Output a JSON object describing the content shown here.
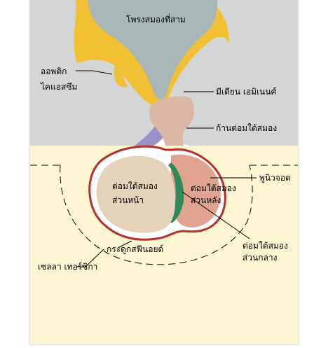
{
  "labels": {
    "third_ventricle": "โพรงสมองที่สาม",
    "infundibular_recess_line1": "ออพติก",
    "infundibular_recess_line2": "ไคแอสซึม",
    "median_eminence": "มีเดียน เอมิเนนศ์",
    "pituitary_stalk": "ก้านต่อมใต้สมอง",
    "anterior_lobe_line1": "ต่อมใต้สมอง",
    "anterior_lobe_line2": "ส่วนหน้า",
    "posterior_lobe_line1": "ต่อมใต้สมอง",
    "posterior_lobe_line2": "ส่วนหลัง",
    "dura": "พูนิวจอด",
    "intermediate_lobe_line1": "ต่อมใต้สมอง",
    "intermediate_lobe_line2": "ส่วนกลาง",
    "sphenoid_bone": "กระดูกสฟีนอยด์",
    "sella_turcica": "เซลลา เทอร์ซิกา"
  },
  "colors": {
    "brain_tissue": "#d4d5d6",
    "ventricle": "#a9b7b9",
    "ependyma": "#f2c033",
    "stalk": "#dcb8a4",
    "anterior_lobe": "#e4d3b8",
    "posterior_lobe": "#dfa38f",
    "intermediate_lobe": "#2e8b57",
    "bone": "#fcf7d2",
    "capsule": "#b5302b",
    "vessel": "#9b91c8"
  }
}
